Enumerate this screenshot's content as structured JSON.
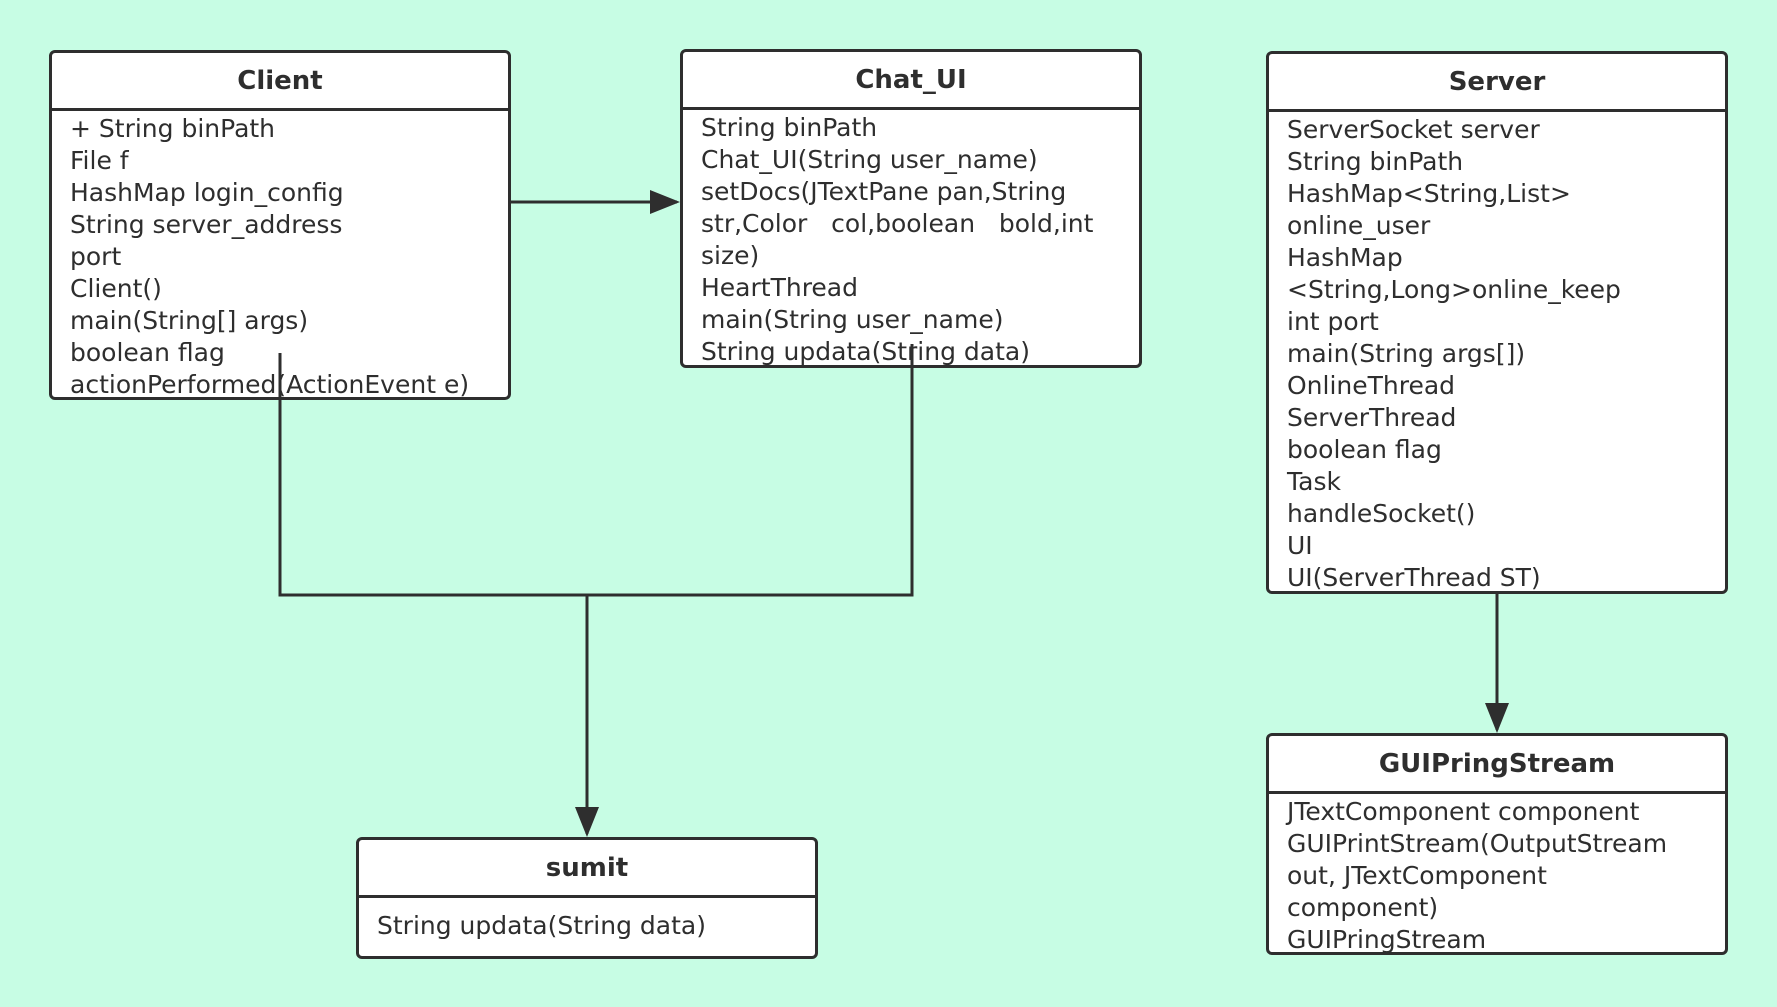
{
  "colors": {
    "background": "#c7fde4",
    "box_fill": "#ffffff",
    "line": "#2e2e2e"
  },
  "classes": {
    "client": {
      "name": "Client",
      "members": [
        "+ String binPath",
        "File f",
        "HashMap login_config",
        "String server_address",
        "port",
        "Client()",
        "main(String[] args)",
        "boolean flag",
        "actionPerformed(ActionEvent e)"
      ]
    },
    "chat_ui": {
      "name": "Chat_UI",
      "members": [
        "String binPath",
        "Chat_UI(String user_name)",
        "setDocs(JTextPane pan,String",
        "str,Color   col,boolean   bold,int",
        "size)",
        "HeartThread",
        "main(String user_name)",
        "String updata(String data)"
      ]
    },
    "server": {
      "name": "Server",
      "members": [
        "ServerSocket server",
        "String binPath",
        "HashMap<String,List>",
        "online_user",
        "HashMap",
        "<String,Long>online_keep",
        "int port",
        "main(String args[])",
        "OnlineThread",
        "ServerThread",
        "boolean flag",
        "Task",
        "handleSocket()",
        "UI",
        "UI(ServerThread ST)"
      ]
    },
    "sumit": {
      "name": "sumit",
      "members": [
        "String updata(String data)"
      ]
    },
    "guipringstream": {
      "name": "GUIPringStream",
      "members": [
        "JTextComponent component",
        "GUIPrintStream(OutputStream",
        "out, JTextComponent",
        "component)",
        "GUIPringStream"
      ]
    }
  }
}
